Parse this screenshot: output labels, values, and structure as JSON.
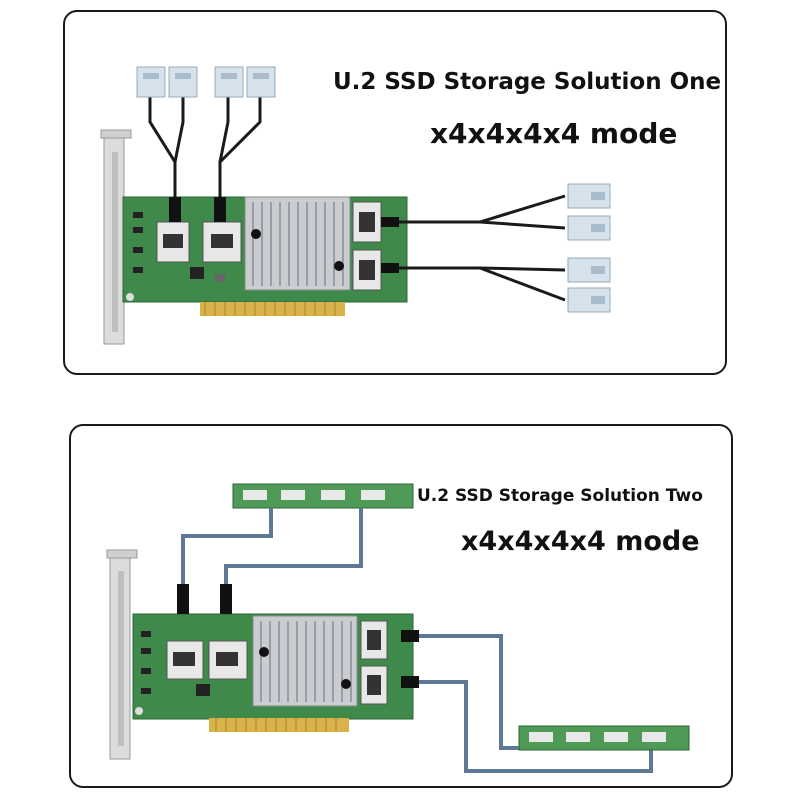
{
  "solution_one": {
    "title": "U.2 SSD Storage Solution One",
    "mode": "x4x4x4x4 mode"
  },
  "solution_two": {
    "title": "U.2 SSD Storage Solution Two",
    "mode": "x4x4x4x4 mode"
  },
  "colors": {
    "pcb_green": "#3f8a4a",
    "gold_fingers": "#d9b24a",
    "heatsink": "#c9ccd0",
    "cable_black": "#1a1a1a",
    "cable_blue": "#5f7896",
    "ssd_body": "#d6e2ec"
  }
}
